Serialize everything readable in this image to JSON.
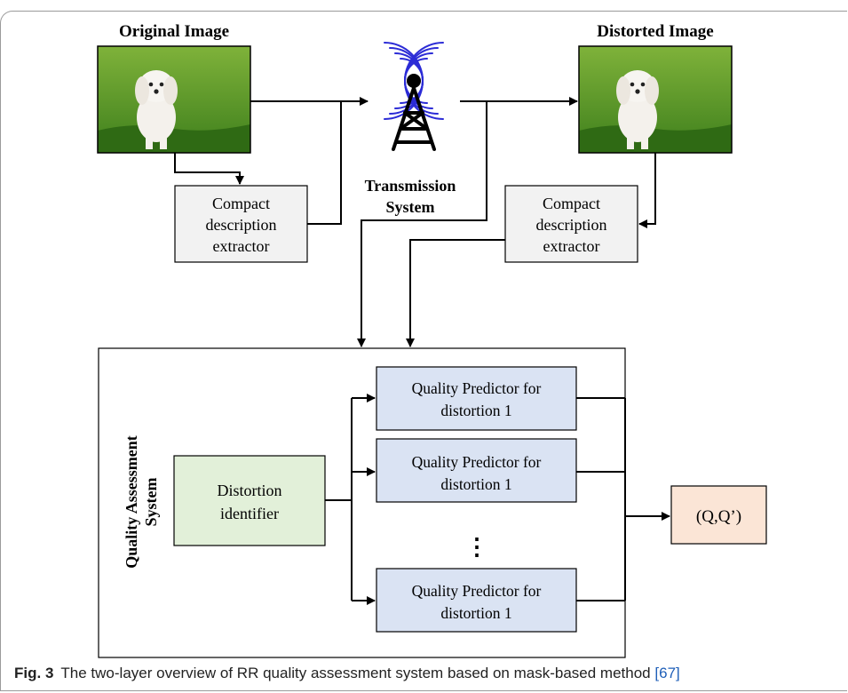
{
  "top": {
    "original_title": "Original Image",
    "distorted_title": "Distorted Image",
    "transmission_line1": "Transmission",
    "transmission_line2": "System",
    "extractor_left": [
      "Compact",
      "description",
      "extractor"
    ],
    "extractor_right": [
      "Compact",
      "description",
      "extractor"
    ]
  },
  "qa": {
    "system_label_line1": "Quality Assessment",
    "system_label_line2": "System",
    "identifier_line1": "Distortion",
    "identifier_line2": "identifier",
    "predictors": [
      {
        "line1": "Quality Predictor for",
        "line2": "distortion 1"
      },
      {
        "line1": "Quality Predictor for",
        "line2": "distortion 1"
      },
      {
        "line1": "Quality Predictor for",
        "line2": "distortion 1"
      }
    ],
    "ellipsis": "⋮",
    "output": "(Q,Q’)"
  },
  "caption": {
    "label": "Fig. 3",
    "text": "The two-layer overview of RR quality assessment system based on mask-based method",
    "ref_open": "[",
    "ref": "67",
    "ref_close": "]"
  },
  "colors": {
    "extractor_fill": "#f2f2f2",
    "predictor_fill": "#dae3f3",
    "identifier_fill": "#e2f0d9",
    "output_fill": "#fbe5d6",
    "antenna_waves": "#2b2bd6"
  }
}
